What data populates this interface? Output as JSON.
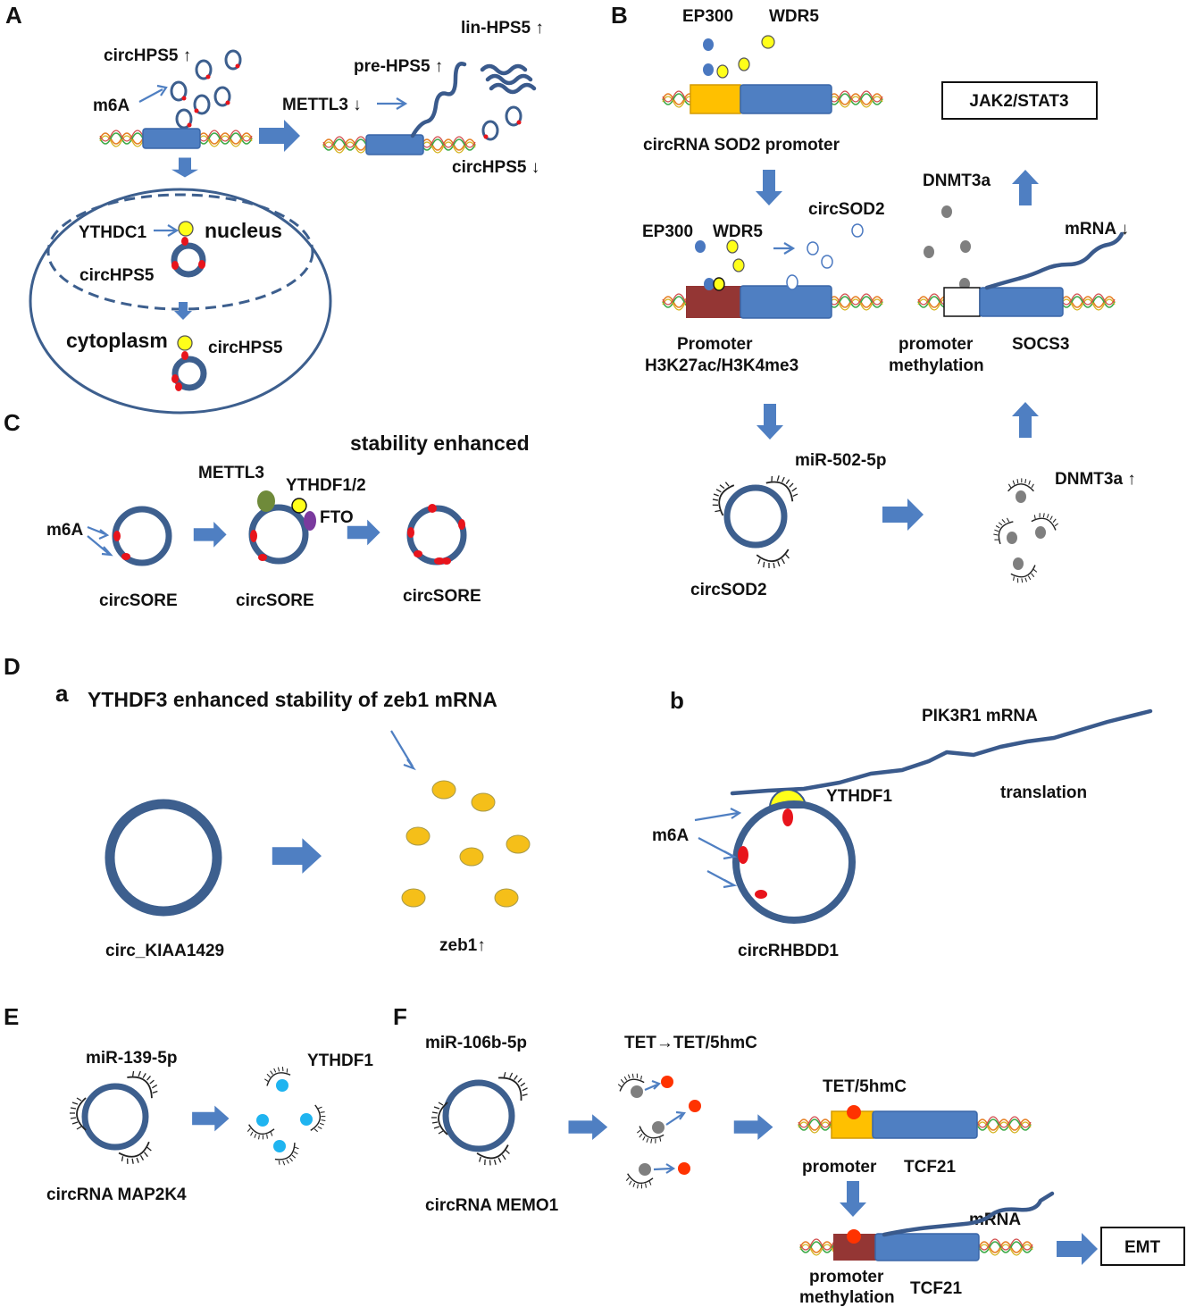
{
  "colors": {
    "ring": "#3d5f8e",
    "gene": "#4f7fc2",
    "arrow": "#4f7fc2",
    "m6a_mark": "#e8141c",
    "yellow_protein": "#ffff1a",
    "ep300_blue": "#4a78c0",
    "orange_promoter": "#ffc000",
    "brown_promoter": "#943634",
    "grey_dnmt": "#7f7f7f",
    "cyan_ythdf1": "#1fb4f0",
    "red_tet": "#ff3300",
    "zeb1_oval": "#f5bf19",
    "mettl3_green": "#6f8a3a",
    "fto_purple": "#7a3a9e"
  },
  "panels": {
    "A": {
      "letter": "A",
      "circHPS5_up": "circHPS5 ↑",
      "m6A": "m6A",
      "lin_HPS5": "lin-HPS5 ↑",
      "pre_HPS5": "pre-HPS5 ↑",
      "METTL3_down": "METTL3 ↓",
      "circHPS5_down": "circHPS5 ↓",
      "YTHDC1": "YTHDC1",
      "nucleus": "nucleus",
      "circHPS5_nuc": "circHPS5",
      "cytoplasm": "cytoplasm",
      "circHPS5_cyto": "circHPS5"
    },
    "B": {
      "letter": "B",
      "EP300_top": "EP300",
      "WDR5_top": "WDR5",
      "JAK2_STAT3": "JAK2/STAT3",
      "sod2_promoter": "circRNA SOD2 promoter",
      "DNMT3a_top": "DNMT3a",
      "EP300_mid": "EP300",
      "WDR5_mid": "WDR5",
      "circSOD2_top": "circSOD2",
      "mRNA_down": "mRNA ↓",
      "promoter": "Promoter",
      "h3k": "H3K27ac/H3K4me3",
      "promoter_methylation_1": "promoter",
      "promoter_methylation_2": "methylation",
      "SOCS3": "SOCS3",
      "miR502": "miR-502-5p",
      "DNMT3a_up": "DNMT3a ↑",
      "circSOD2_bottom": "circSOD2"
    },
    "C": {
      "letter": "C",
      "stability": "stability enhanced",
      "METTL3": "METTL3",
      "YTHDF12": "YTHDF1/2",
      "FTO": "FTO",
      "m6A": "m6A",
      "circSORE_1": "circSORE",
      "circSORE_2": "circSORE",
      "circSORE_3": "circSORE"
    },
    "D": {
      "letter": "D",
      "sub_a": "a",
      "title_a": "YTHDF3 enhanced stability of zeb1 mRNA",
      "circ_KIAA1429": "circ_KIAA1429",
      "zeb1": "zeb1↑",
      "sub_b": "b",
      "PIK3R1": "PIK3R1  mRNA",
      "YTHDF1": "YTHDF1",
      "translation": "translation",
      "m6A": "m6A",
      "circRHBDD1": "circRHBDD1"
    },
    "E": {
      "letter": "E",
      "miR139": "miR-139-5p",
      "YTHDF1": "YTHDF1",
      "circMAP2K4": "circRNA MAP2K4"
    },
    "F": {
      "letter": "F",
      "miR106b": "miR-106b-5p",
      "TET_label": "TET→TET/5hmC",
      "TET5hmC": "TET/5hmC",
      "promoter": "promoter",
      "TCF21_1": "TCF21",
      "mRNA": "mRNA",
      "EMT": "EMT",
      "promoter_methylation_1": "promoter",
      "promoter_methylation_2": "methylation",
      "TCF21_2": "TCF21",
      "circMEMO1": "circRNA MEMO1"
    }
  }
}
